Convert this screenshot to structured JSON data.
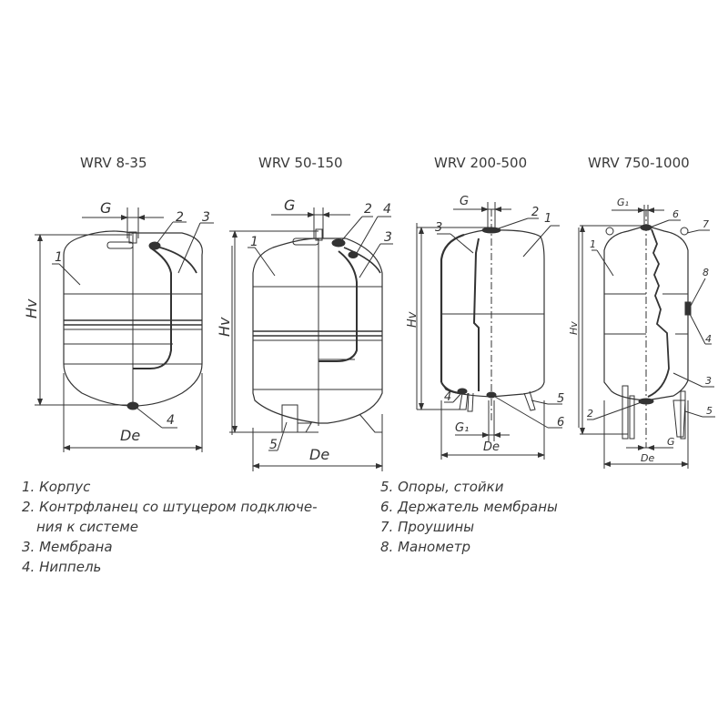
{
  "titles": {
    "t1": "WRV 8-35",
    "t2": "WRV 50-150",
    "t3": "WRV 200-500",
    "t4": "WRV 750-1000"
  },
  "dimension_labels": {
    "g": "G",
    "g1": "G₁",
    "hv": "Hv",
    "de": "De"
  },
  "callouts": [
    "1",
    "2",
    "3",
    "4",
    "5",
    "6",
    "7",
    "8"
  ],
  "legend": {
    "left": [
      {
        "text": "1. Корпус"
      },
      {
        "text": "2. Контрфланец со штуцером подключе-"
      },
      {
        "text": "ния к системе",
        "continuation": true
      },
      {
        "text": "3. Мембрана"
      },
      {
        "text": "4. Ниппель"
      }
    ],
    "right": [
      {
        "text": "5. Опоры, стойки"
      },
      {
        "text": "6. Держатель мембраны"
      },
      {
        "text": "7. Проушины"
      },
      {
        "text": "8. Манометр"
      }
    ]
  },
  "colors": {
    "line": "#333333",
    "background": "#ffffff"
  }
}
